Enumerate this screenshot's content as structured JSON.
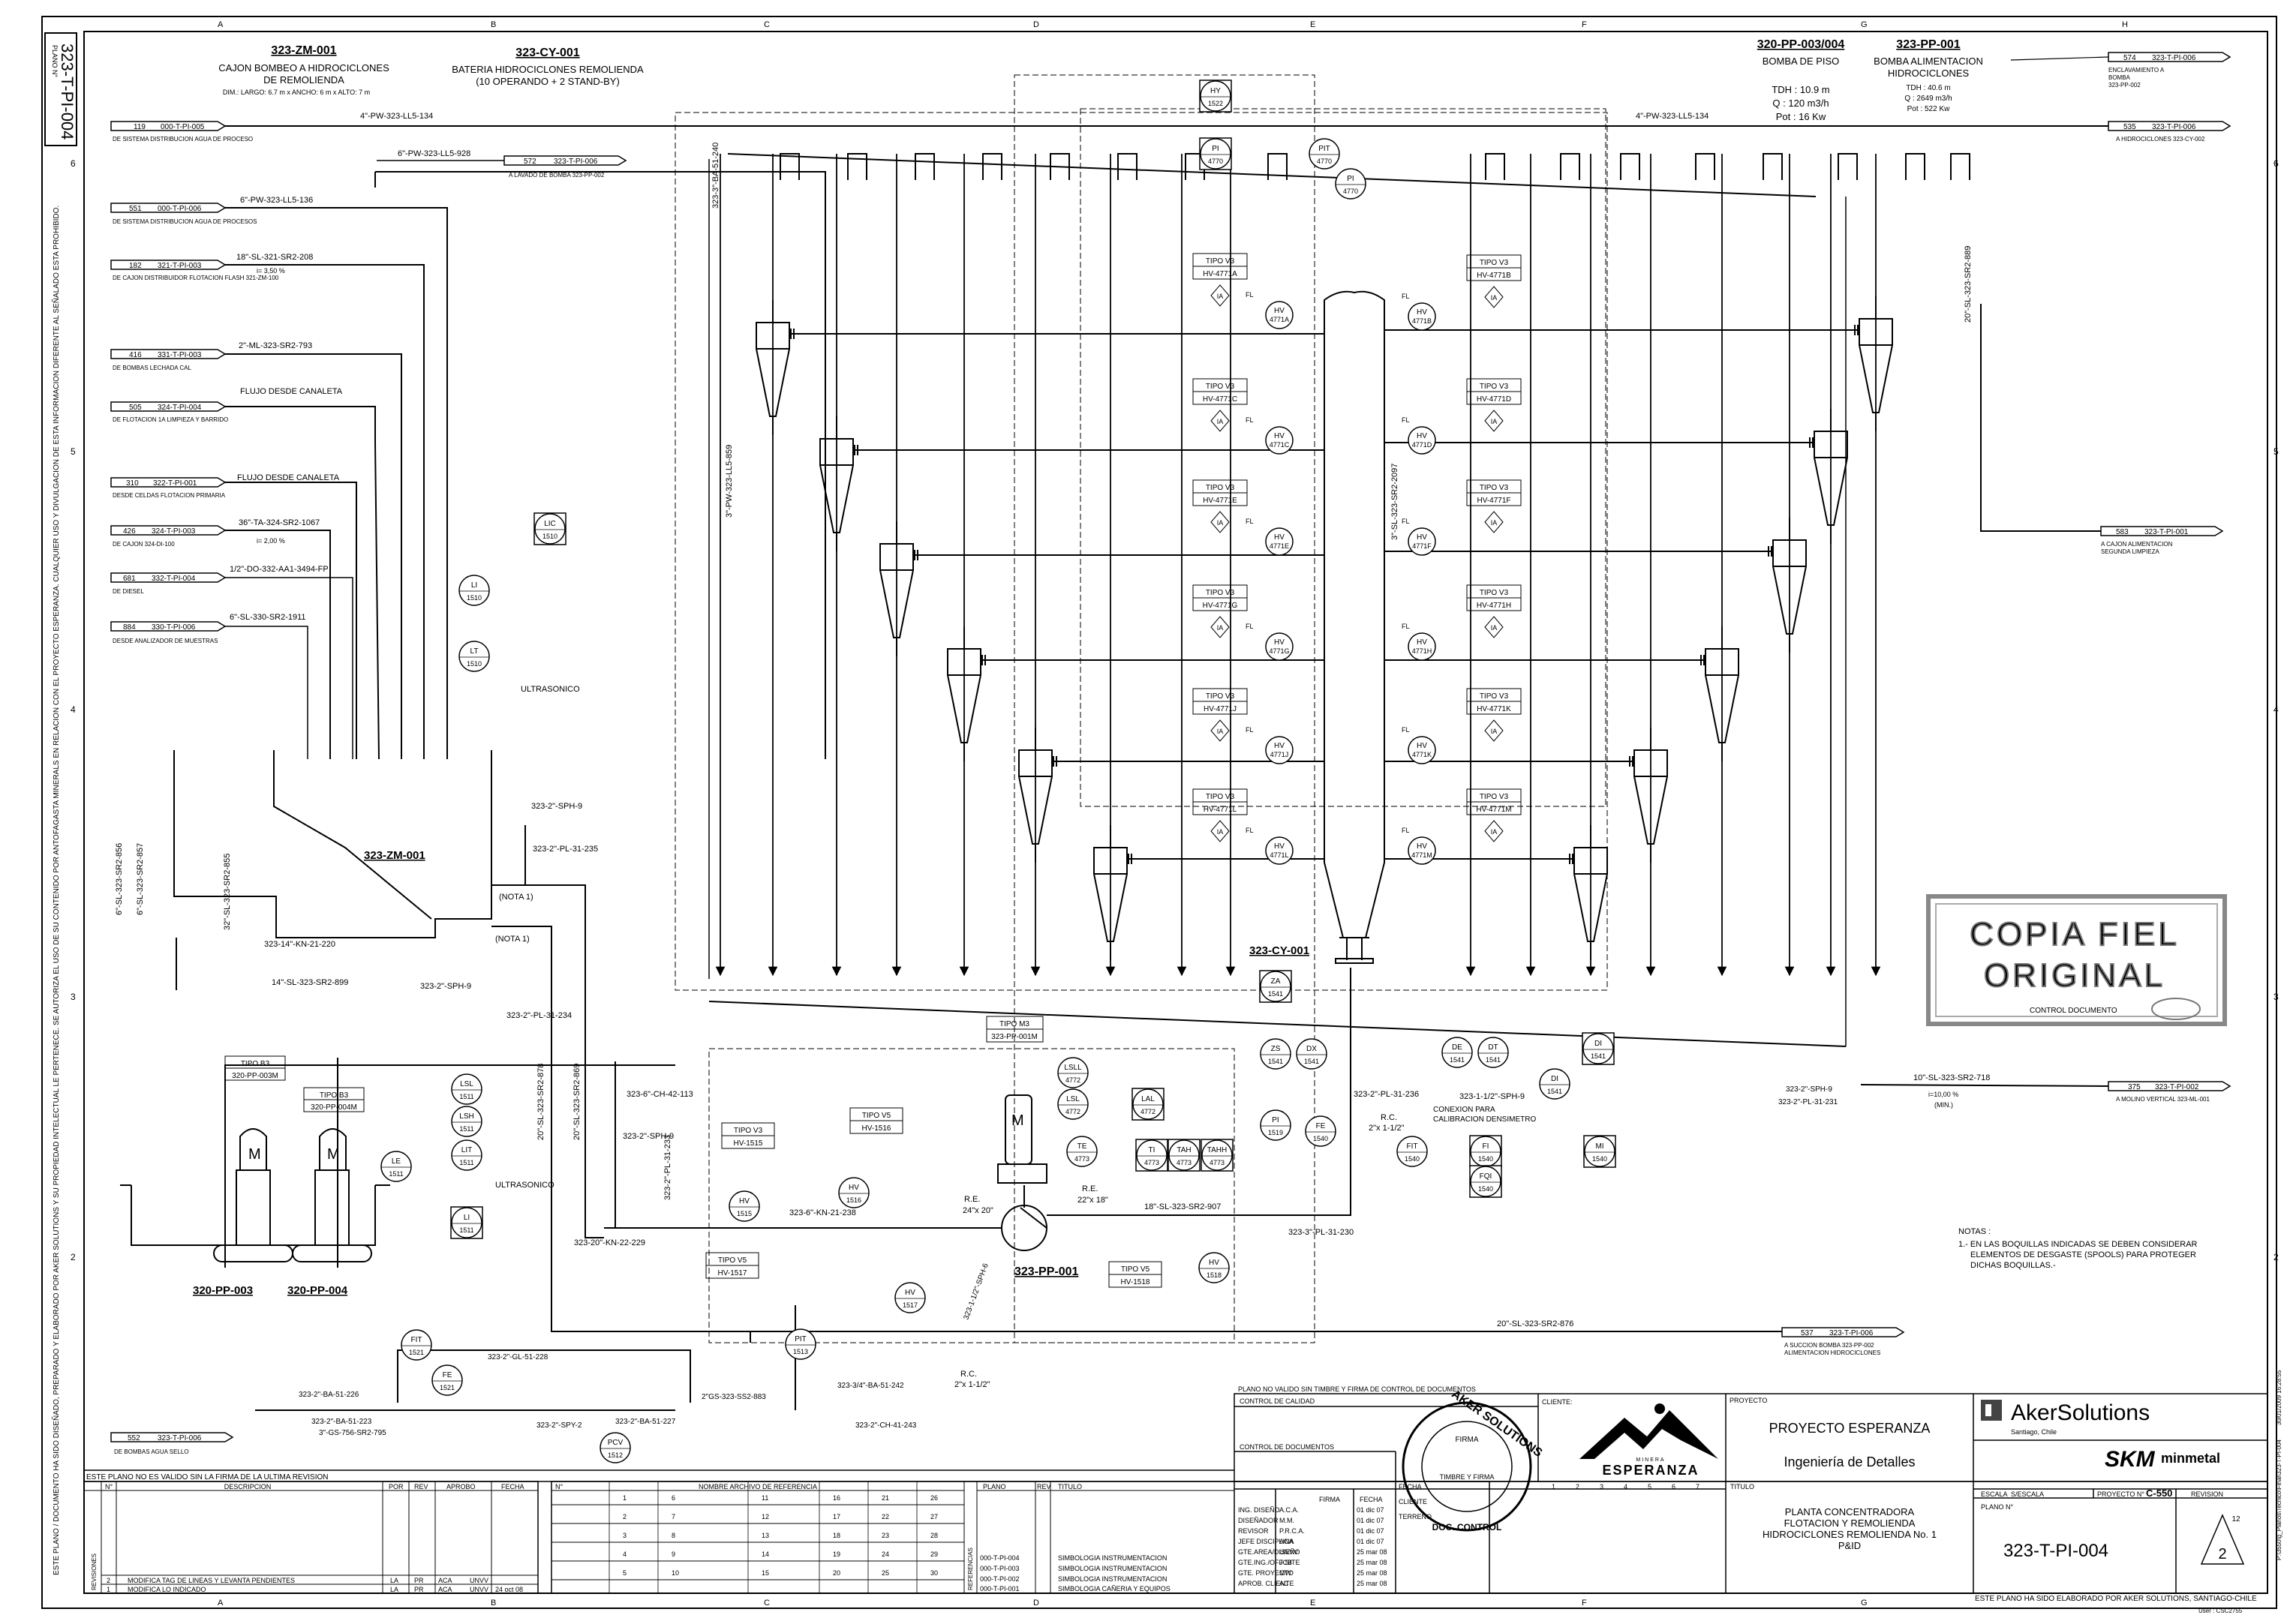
{
  "drawing": {
    "number": "323-T-PI-004",
    "sheet_label": "PLANO N°",
    "revision": "2",
    "revision_box": "12",
    "scale": "S/ESCALA",
    "project_number": "C-550",
    "title_lines": [
      "PLANTA CONCENTRADORA",
      "FLOTACION Y REMOLIENDA",
      "HIDROCICLONES REMOLIENDA No. 1",
      "P&ID"
    ],
    "project_name": "PROYECTO ESPERANZA",
    "project_phase": "Ingeniería de Detalles",
    "footer_left": "ESTE PLANO NO ES VALIDO SIN LA FIRMA DE LA ULTIMA REVISION",
    "footer_right": "ESTE PLANO HA SIDO ELABORADO POR AKER SOLUTIONS, SANTIAGO-CHILE",
    "user": "User : CSC2755",
    "plano_valido": "PLANO NO VALIDO SIN TIMBRE Y FIRMA DE CONTROL DE DOCUMENTOS",
    "side_notice": "ESTE PLANO / DOCUMENTO HA SIDO DISEÑADO, PREPARADO Y ELABORADO POR AKER SOLUTIONS Y SU PROPIEDAD INTELECTUAL LE PERTENECE. SE AUTORIZA EL USO DE SU CONTENIDO POR ANTOFAGASTA MINERALS EN RELACION CON EL PROYECTO ESPERANZA. CUALQUIER USO Y DIVULGACION DE ESTA INFORMACION DIFERENTE AL SEÑALADO ESTA PROHIBIDO.",
    "right_side_code": "P:\\3550\\g_Planos\\Tecnico\\Final\\323-T-PI-004",
    "right_side_date": "30/01/2009 16:28:55"
  },
  "grid": {
    "columns": [
      "A",
      "B",
      "C",
      "D",
      "E",
      "F",
      "G",
      "H"
    ],
    "rows": [
      "6",
      "5",
      "4",
      "3",
      "2"
    ]
  },
  "equipment": {
    "zm_tag": "323-ZM-001",
    "zm_desc1": "CAJON BOMBEO A HIDROCICLONES",
    "zm_desc2": "DE REMOLIENDA",
    "zm_dims": "DIM.: LARGO: 6.7 m   x ANCHO: 6 m   x ALTO: 7 m",
    "cy_tag": "323-CY-001",
    "cy_desc1": "BATERIA HIDROCICLONES REMOLIENDA",
    "cy_desc2": "(10 OPERANDO + 2 STAND-BY)",
    "pp34_tag": "320-PP-003/004",
    "pp34_desc": "BOMBA DE PISO",
    "pp34_tdh": "TDH : 10.9 m",
    "pp34_q": "Q : 120 m3/h",
    "pp34_pot": "Pot : 16 Kw",
    "pp1_tag": "323-PP-001",
    "pp1_desc1": "BOMBA ALIMENTACION",
    "pp1_desc2": "HIDROCICLONES",
    "pp1_tdh": "TDH : 40.6 m",
    "pp1_q": "Q : 2649 m3/h",
    "pp1_pot": "Pot : 522 Kw",
    "pump3": "320-PP-003",
    "pump4": "320-PP-004",
    "pp1_label": "323-PP-001",
    "cy_label": "323-CY-001",
    "zm_label": "323-ZM-001"
  },
  "offpage": [
    {
      "num": "119",
      "ref": "000-T-PI-005",
      "desc": "DE SISTEMA DISTRIBUCION AGUA DE PROCESO"
    },
    {
      "num": "551",
      "ref": "000-T-PI-006",
      "desc": "DE SISTEMA DISTRIBUCION AGUA DE PROCESOS"
    },
    {
      "num": "182",
      "ref": "321-T-PI-003",
      "desc": "DE CAJON DISTRIBUIDOR FLOTACION FLASH 321-ZM-100"
    },
    {
      "num": "416",
      "ref": "331-T-PI-003",
      "desc": "DE BOMBAS LECHADA CAL"
    },
    {
      "num": "505",
      "ref": "324-T-PI-004",
      "desc": "DE FLOTACION 1A LIMPIEZA Y BARRIDO"
    },
    {
      "num": "310",
      "ref": "322-T-PI-001",
      "desc": "DESDE CELDAS FLOTACION PRIMARIA"
    },
    {
      "num": "426",
      "ref": "324-T-PI-003",
      "desc": "DE CAJON 324-DI-100"
    },
    {
      "num": "681",
      "ref": "332-T-PI-004",
      "desc": "DE DIESEL"
    },
    {
      "num": "884",
      "ref": "330-T-PI-006",
      "desc": "DESDE ANALIZADOR DE MUESTRAS"
    },
    {
      "num": "572",
      "ref": "323-T-PI-006",
      "desc": "A LAVADO DE BOMBA 323-PP-002"
    },
    {
      "num": "574",
      "ref": "323-T-PI-006",
      "desc": "ENCLAVAMIENTO A BOMBA 323-PP-002"
    },
    {
      "num": "535",
      "ref": "323-T-PI-006",
      "desc": "A HIDROCICLONES 323-CY-002"
    },
    {
      "num": "583",
      "ref": "323-T-PI-001",
      "desc": "A CAJON ALIMENTACION SEGUNDA LIMPIEZA"
    },
    {
      "num": "375",
      "ref": "323-T-PI-002",
      "desc": "A MOLINO VERTICAL 323-ML-001"
    },
    {
      "num": "537",
      "ref": "323-T-PI-006",
      "desc": "A SUCCION BOMBA 323-PP-002 ALIMENTACION HIDROCICLONES"
    },
    {
      "num": "552",
      "ref": "323-T-PI-006",
      "desc": "DE BOMBAS AGUA SELLO"
    }
  ],
  "lines": {
    "l1": "4\"-PW-323-LL5-134",
    "l2": "6\"-PW-323-LL5-928",
    "l3": "6\"-PW-323-LL5-136",
    "l4": "18\"-SL-321-SR2-208",
    "l4s": "i= 3,50 %",
    "l5": "2\"-ML-323-SR2-793",
    "l6": "FLUJO DESDE CANALETA",
    "l7": "FLUJO DESDE CANALETA",
    "l8": "36\"-TA-324-SR2-1067",
    "l8s": "i= 2,00 %",
    "l9": "1/2\"-DO-332-AA1-3494-FP",
    "l10": "6\"-SL-330-SR2-1911",
    "l11": "4\"-PW-323-LL5-134",
    "l12": "20\"-SL-323-SR2-889",
    "l13": "10\"-SL-323-SR2-718",
    "l13s": "i=10,00 %",
    "l13m": "(MIN.)",
    "l14": "20\"-SL-323-SR2-876",
    "l15": "18\"-SL-323-SR2-907",
    "l16": "323-3\"-PL-31-230",
    "l17": "323-20\"-KN-22-229",
    "l18": "323-6\"-KN-21-238",
    "l19": "323-14\"-KN-21-220",
    "l20": "14\"-SL-323-SR2-899",
    "l21": "323-6\"-CH-42-113",
    "l22": "3\"-PW-323-LL5-859",
    "l23": "323-3\"-BA-51-240",
    "l24": "3\"-SL-323-SR2-2097",
    "v1": "6\"-SL-323-SR2-856",
    "v2": "6\"-SL-323-SR2-857",
    "v3": "32\"-SL-323-SR2-855",
    "v4": "20\"-SL-323-SR2-878",
    "v5": "20\"-SL-323-SR2-869",
    "v6": "323-2\"-PL-31-233",
    "a1": "323-2\"-SPH-9",
    "a2": "323-2\"-PL-31-235",
    "a3": "323-2\"-SPH-9",
    "a4": "323-2\"-PL-31-234",
    "a5": "323-2\"-SPH-9",
    "a6": "323-2\"-PL-31-236",
    "a7": "323-1-1/2\"-SPH-9",
    "a8": "CONEXION PARA CALIBRACION DENSIMETRO",
    "a9": "323-2\"-SPH-9",
    "a10": "323-2\"-PL-31-231",
    "b1": "323-2\"-BA-51-226",
    "b2": "323-2\"-GL-51-228",
    "b3": "323-2\"-BA-51-223",
    "b4": "323-2\"-SPY-2",
    "b5": "323-2\"-BA-51-227",
    "b6": "2\"GS-323-SS2-883",
    "b7": "3\"-GS-756-SR2-795",
    "b8": "323-3/4\"-BA-51-242",
    "b9": "323-2\"-CH-41-243",
    "b10": "323-1-1/2\"-SPH-6",
    "nota1": "(NOTA 1)",
    "nota2": "(NOTA 1)",
    "ultra1": "ULTRASONICO",
    "ultra2": "ULTRASONICO",
    "re1": "R.E.",
    "re1s": "24\"x 20\"",
    "re2": "R.E.",
    "re2s": "22\"x 18\"",
    "rc1": "R.C.",
    "rc1s": "2\"x 1-1/2\"",
    "rc2": "R.C.",
    "rc2s": "2\"x 1-1/2\""
  },
  "instruments": [
    {
      "id": "hy1522",
      "a": "HY",
      "b": "1522"
    },
    {
      "id": "pi4770a",
      "a": "PI",
      "b": "4770"
    },
    {
      "id": "pit4770",
      "a": "PIT",
      "b": "4770"
    },
    {
      "id": "pi4770b",
      "a": "PI",
      "b": "4770"
    },
    {
      "id": "lic1510",
      "a": "LIC",
      "b": "1510"
    },
    {
      "id": "li1510",
      "a": "LI",
      "b": "1510"
    },
    {
      "id": "lt1510",
      "a": "LT",
      "b": "1510"
    },
    {
      "id": "lsl1511",
      "a": "LSL",
      "b": "1511"
    },
    {
      "id": "lsh1511",
      "a": "LSH",
      "b": "1511"
    },
    {
      "id": "le1511",
      "a": "LE",
      "b": "1511"
    },
    {
      "id": "lit1511",
      "a": "LIT",
      "b": "1511"
    },
    {
      "id": "li1511",
      "a": "LI",
      "b": "1511"
    },
    {
      "id": "za1541",
      "a": "ZA",
      "b": "1541"
    },
    {
      "id": "zs1541",
      "a": "ZS",
      "b": "1541"
    },
    {
      "id": "dx1541",
      "a": "DX",
      "b": "1541"
    },
    {
      "id": "de1541",
      "a": "DE",
      "b": "1541"
    },
    {
      "id": "dt1541",
      "a": "DT",
      "b": "1541"
    },
    {
      "id": "di1541a",
      "a": "DI",
      "b": "1541"
    },
    {
      "id": "di1541b",
      "a": "DI",
      "b": "1541"
    },
    {
      "id": "pi1519",
      "a": "PI",
      "b": "1519"
    },
    {
      "id": "fe1540",
      "a": "FE",
      "b": "1540"
    },
    {
      "id": "fit1540",
      "a": "FIT",
      "b": "1540"
    },
    {
      "id": "fi1540",
      "a": "FI",
      "b": "1540"
    },
    {
      "id": "fqi1540",
      "a": "FQI",
      "b": "1540"
    },
    {
      "id": "mi1540",
      "a": "MI",
      "b": "1540"
    },
    {
      "id": "lal4772",
      "a": "LAL",
      "b": "4772"
    },
    {
      "id": "lsll4772",
      "a": "LSLL",
      "b": "4772"
    },
    {
      "id": "lsl4772",
      "a": "LSL",
      "b": "4772"
    },
    {
      "id": "te4773",
      "a": "TE",
      "b": "4773"
    },
    {
      "id": "ti4773",
      "a": "TI",
      "b": "4773"
    },
    {
      "id": "tah4773",
      "a": "TAH",
      "b": "4773"
    },
    {
      "id": "tahh4773",
      "a": "TAHH",
      "b": "4773"
    },
    {
      "id": "hv1515",
      "a": "HV",
      "b": "1515"
    },
    {
      "id": "hv1516",
      "a": "HV",
      "b": "1516"
    },
    {
      "id": "hv1517",
      "a": "HV",
      "b": "1517"
    },
    {
      "id": "hv1518",
      "a": "HV",
      "b": "1518"
    },
    {
      "id": "fit1521",
      "a": "FIT",
      "b": "1521"
    },
    {
      "id": "fe1521",
      "a": "FE",
      "b": "1521"
    },
    {
      "id": "pit1513",
      "a": "PIT",
      "b": "1513"
    },
    {
      "id": "pcv1512",
      "a": "PCV",
      "b": "1512"
    }
  ],
  "valve_tags_left": [
    {
      "tipo": "TIPO V3",
      "tag": "HV-4771A",
      "hv": "4771A"
    },
    {
      "tipo": "TIPO V3",
      "tag": "HV-4771C",
      "hv": "4771C"
    },
    {
      "tipo": "TIPO V3",
      "tag": "HV-4771E",
      "hv": "4771E"
    },
    {
      "tipo": "TIPO V3",
      "tag": "HV-4771G",
      "hv": "4771G"
    },
    {
      "tipo": "TIPO V3",
      "tag": "HV-4771J",
      "hv": "4771J"
    },
    {
      "tipo": "TIPO V3",
      "tag": "HV-4771L",
      "hv": "4771L"
    }
  ],
  "valve_tags_right": [
    {
      "tipo": "TIPO V3",
      "tag": "HV-4771B",
      "hv": "4771B"
    },
    {
      "tipo": "TIPO V3",
      "tag": "HV-4771D",
      "hv": "4771D"
    },
    {
      "tipo": "TIPO V3",
      "tag": "HV-4771F",
      "hv": "4771F"
    },
    {
      "tipo": "TIPO V3",
      "tag": "HV-4771H",
      "hv": "4771H"
    },
    {
      "tipo": "TIPO V3",
      "tag": "HV-4771K",
      "hv": "4771K"
    },
    {
      "tipo": "TIPO V3",
      "tag": "HV-4771M",
      "hv": "4771M"
    }
  ],
  "type_boxes": {
    "b3a_tipo": "TIPO B3",
    "b3a_tag": "320-PP-003M",
    "b3b_tipo": "TIPO B3",
    "b3b_tag": "320-PP-004M",
    "m3_tipo": "TIPO M3",
    "m3_tag": "323-PP-001M",
    "v3_tipo": "TIPO V3",
    "v3_tag": "HV-1515",
    "v5a_tipo": "TIPO V5",
    "v5a_tag": "HV-1516",
    "v5b_tipo": "TIPO V5",
    "v5b_tag": "HV-1517",
    "v5c_tipo": "TIPO V5",
    "v5c_tag": "HV-1518"
  },
  "notes": {
    "title": "NOTAS :",
    "n1": "1.- EN LAS BOQUILLAS INDICADAS SE DEBEN CONSIDERAR",
    "n2": "ELEMENTOS DE DESGASTE (SPOOLS) PARA PROTEGER",
    "n3": "DICHAS BOQUILLAS.-"
  },
  "stamp": {
    "l1": "COPIA FIEL",
    "l2": "ORIGINAL",
    "l3": "CONTROL DOCUMENTO"
  },
  "revisions": {
    "header": [
      "N°",
      "DESCRIPCION",
      "POR",
      "REV",
      "APROBO",
      "FECHA"
    ],
    "side_label": "REVISIONES",
    "rows": [
      {
        "n": "2",
        "desc": "MODIFICA TAG DE LINEAS Y LEVANTA PENDIENTES",
        "por": "LA",
        "rev": "PR",
        "apr": "ACA",
        "apr2": "UNVV",
        "fecha": ""
      },
      {
        "n": "1",
        "desc": "MODIFICA LO INDICADO",
        "por": "LA",
        "rev": "PR",
        "apr": "ACA",
        "apr2": "UNVV",
        "fecha": "24 oct 08"
      }
    ]
  },
  "references": {
    "header_n": "N°",
    "header_arch": "NOMBRE ARCHIVO DE REFERENCIA",
    "numbers": [
      "1",
      "2",
      "3",
      "4",
      "5",
      "6",
      "7",
      "8",
      "9",
      "10",
      "11",
      "12",
      "13",
      "14",
      "15",
      "16",
      "17",
      "18",
      "19",
      "20",
      "21",
      "22",
      "23",
      "24",
      "25",
      "26",
      "27",
      "28",
      "29",
      "30"
    ],
    "side_label": "REFERENCIAS",
    "plano_header": "PLANO",
    "rev_header": "REV",
    "titulo_header": "TITULO",
    "rows": [
      {
        "plano": "000-T-PI-004",
        "titulo": "SIMBOLOGIA INSTRUMENTACION"
      },
      {
        "plano": "000-T-PI-003",
        "titulo": "SIMBOLOGIA INSTRUMENTACION"
      },
      {
        "plano": "000-T-PI-002",
        "titulo": "SIMBOLOGIA INSTRUMENTACION"
      },
      {
        "plano": "000-T-PI-001",
        "titulo": "SIMBOLOGIA CAÑERIA Y EQUIPOS"
      }
    ]
  },
  "signatures": {
    "control_calidad": "CONTROL DE CALIDAD",
    "control_docs": "CONTROL DE DOCUMENTOS",
    "cliente": "CLIENTE:",
    "firma": "FIRMA",
    "fecha": "FECHA",
    "rows": [
      {
        "role": "ING. DISEÑO",
        "who": "A.C.A.",
        "date": "01 dic 07"
      },
      {
        "role": "DISEÑADOR",
        "who": "M.M.",
        "date": "01 dic 07"
      },
      {
        "role": "REVISOR",
        "who": "P.R.C.A.",
        "date": "01 dic 07"
      },
      {
        "role": "JEFE DISCIPLINA",
        "who": "ACA",
        "date": "01 dic 07"
      },
      {
        "role": "GTE.AREA/DISEÑO",
        "who": "UNVV",
        "date": "25 mar 08"
      },
      {
        "role": "GTE.ING./OFF SITE",
        "who": "JCB",
        "date": "25 mar 08"
      },
      {
        "role": "GTE. PROYECTO",
        "who": "MW",
        "date": "25 mar 08"
      },
      {
        "role": "APROB. CLIENTE",
        "who": "AC",
        "date": "25 mar 08"
      }
    ],
    "fecha_side": "FECHA",
    "cliente_side": "CLIENTE",
    "terreno": "TERRENO",
    "nums": [
      "1",
      "2",
      "3",
      "4",
      "5",
      "6",
      "7"
    ],
    "titulo": "TITULO",
    "escala": "ESCALA",
    "proyecto_n": "PROYECTO N°",
    "revision": "REVISION",
    "plano_n": "PLANO N°",
    "proyecto_label": "PROYECTO"
  },
  "logos": {
    "aker": "AkerSolutions",
    "aker_city": "Santiago, Chile",
    "skm": "SKM",
    "minmetal": "minmetal",
    "esperanza": "ESPERANZA",
    "minera": "MINERA",
    "aker_stamp": "AKER SOLUTIONS",
    "doc_control": "DOC. CONTROL",
    "firma_stamp": "FIRMA",
    "timbre": "TIMBRE Y FIRMA"
  },
  "colors": {
    "line": "#000000",
    "stamp": "#888888",
    "background": "#ffffff"
  }
}
